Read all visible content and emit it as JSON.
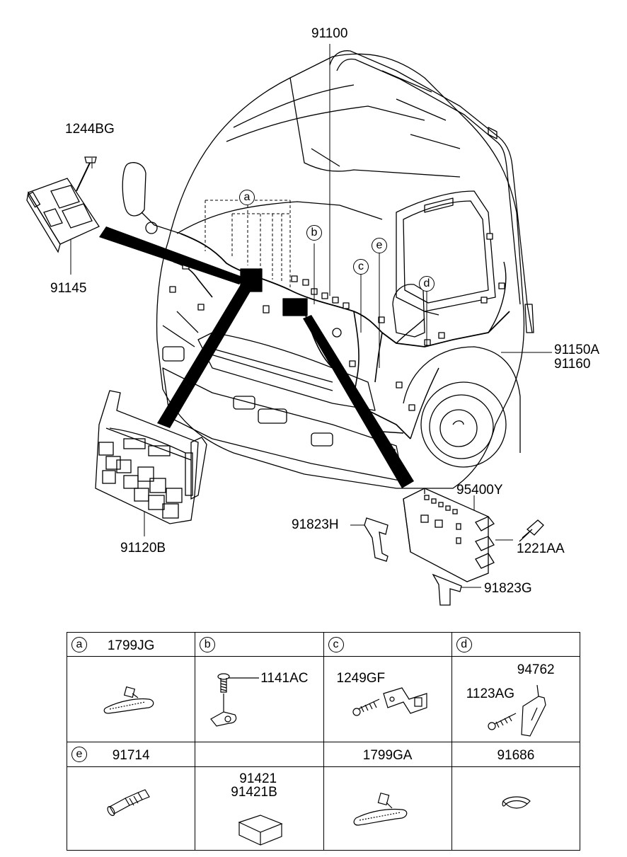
{
  "parts": {
    "p91100": "91100",
    "p1244BG": "1244BG",
    "p91145": "91145",
    "p91150A": "91150A",
    "p91160": "91160",
    "p91120B": "91120B",
    "p95400Y": "95400Y",
    "p91823H": "91823H",
    "p1221AA": "1221AA",
    "p91823G": "91823G"
  },
  "callouts": {
    "a": "a",
    "b": "b",
    "c": "c",
    "d": "d",
    "e": "e"
  },
  "table": {
    "row1": [
      {
        "letter": "a",
        "part": "1799JG"
      },
      {
        "letter": "b",
        "part": ""
      },
      {
        "letter": "c",
        "part": ""
      },
      {
        "letter": "d",
        "part": ""
      }
    ],
    "row1_parts": {
      "b": "1141AC",
      "c": "1249GF",
      "d1": "94762",
      "d2": "1123AG"
    },
    "row2": [
      {
        "letter": "e",
        "part": "91714"
      },
      {
        "letter": "",
        "part": ""
      },
      {
        "letter": "",
        "part": "1799GA"
      },
      {
        "letter": "",
        "part": "91686"
      }
    ],
    "row2_parts": {
      "p1": "91421",
      "p2": "91421B"
    }
  }
}
